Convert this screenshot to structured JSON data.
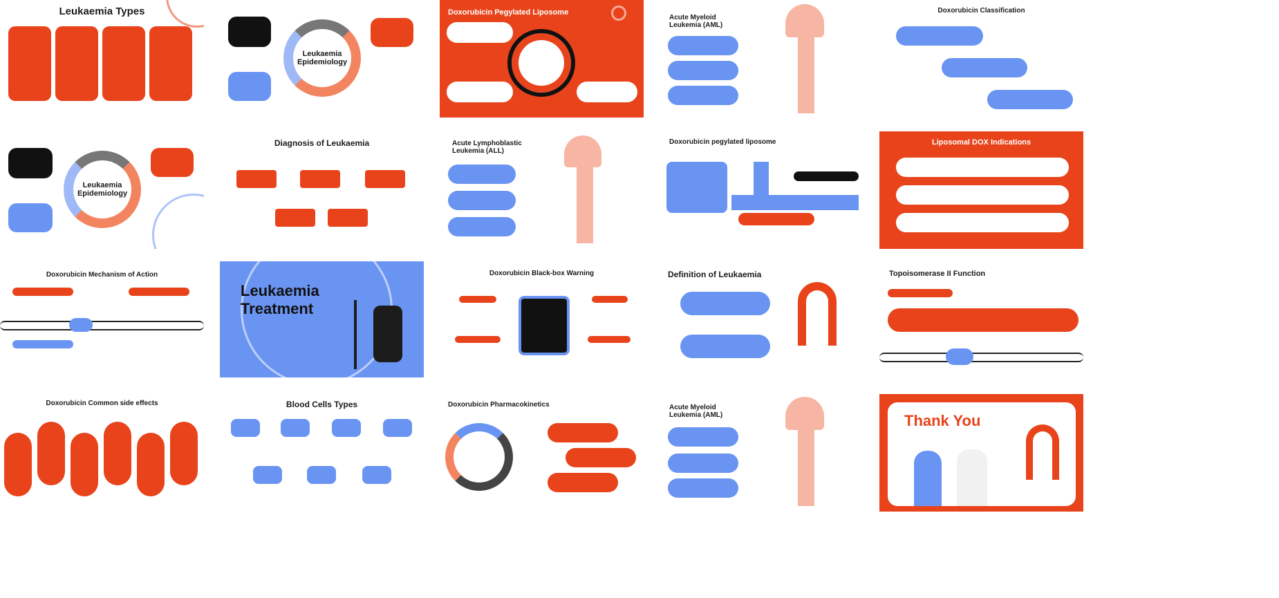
{
  "colors": {
    "primary_red": "#e8431a",
    "primary_blue": "#6a94f2",
    "dark": "#111111",
    "bone_pink": "#f7b6a3"
  },
  "slides": [
    {
      "title": "Leukaemia Types"
    },
    {
      "title": "Leukaemia Epidemiology"
    },
    {
      "title": "Doxorubicin Pegylated Liposome"
    },
    {
      "title": "Acute Myeloid Leukemia (AML)"
    },
    {
      "title": "Doxorubicin Classification"
    },
    {
      "title": "Leukaemia Epidemiology"
    },
    {
      "title": "Diagnosis of Leukaemia"
    },
    {
      "title": "Acute Lymphoblastic Leukemia (ALL)"
    },
    {
      "title": "Doxorubicin pegylated liposome"
    },
    {
      "title": "Liposomal DOX Indications"
    },
    {
      "title": "Doxorubicin Mechanism of Action"
    },
    {
      "title": "Leukaemia Treatment"
    },
    {
      "title": "Doxorubicin Black-box Warning"
    },
    {
      "title": "Definition of Leukaemia"
    },
    {
      "title": "Topoisomerase II Function"
    },
    {
      "title": "Doxorubicin Common side effects"
    },
    {
      "title": "Blood Cells Types"
    },
    {
      "title": "Doxorubicin Pharmacokinetics"
    },
    {
      "title": "Acute Myeloid Leukemia (AML)"
    },
    {
      "title": "Thank You"
    }
  ]
}
